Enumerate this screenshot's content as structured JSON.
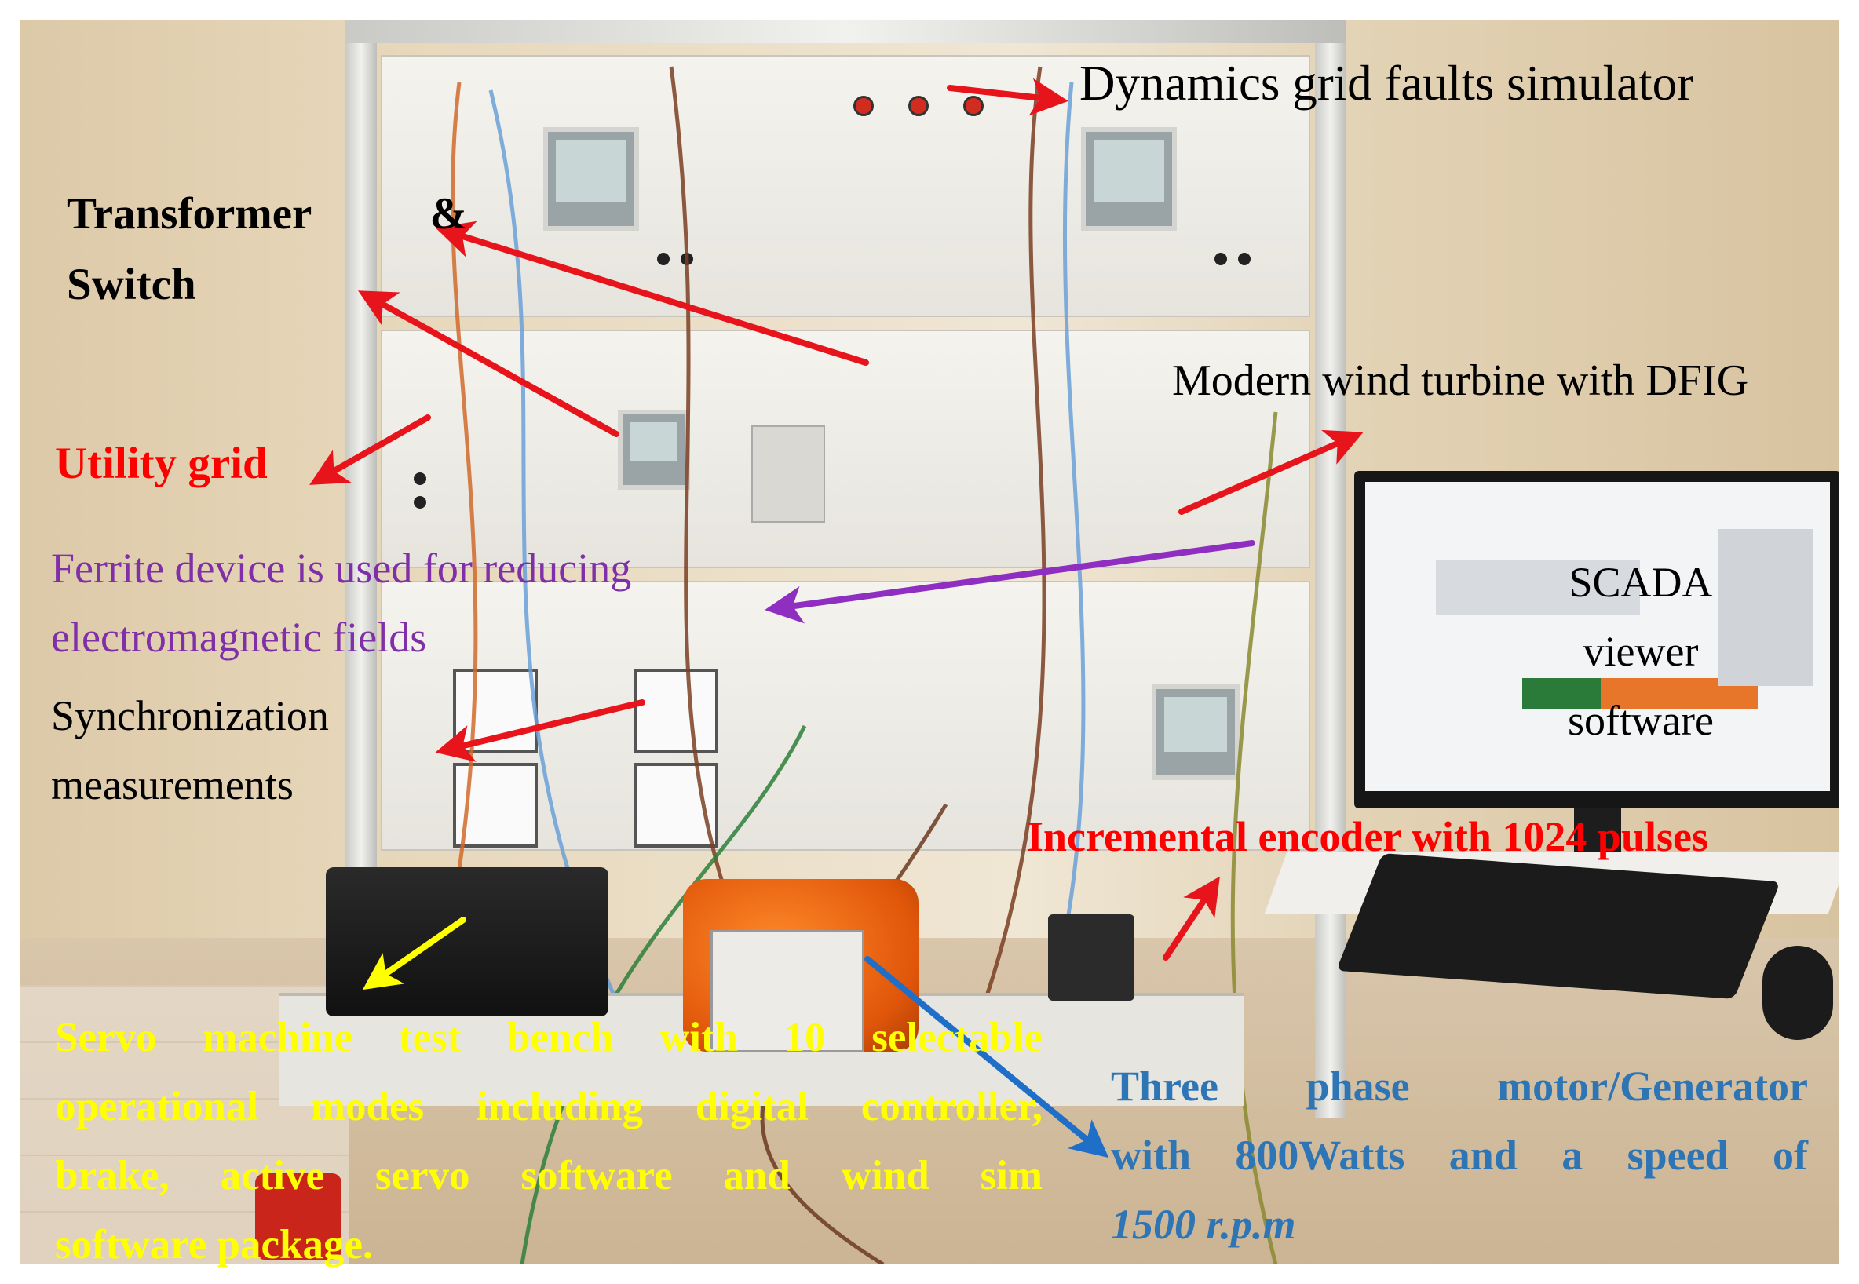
{
  "labels": {
    "dynamics": "Dynamics grid faults simulator",
    "transformer_a": "Transformer",
    "transformer_amp": "&",
    "transformer_b": "Switch",
    "utility": "Utility grid",
    "wind": "Modern wind turbine with DFIG",
    "ferrite_1": "Ferrite device is used for reducing",
    "ferrite_2": "electromagnetic fields",
    "sync_1": "Synchronization",
    "sync_2": "measurements",
    "scada_1": "SCADA",
    "scada_2": "viewer",
    "scada_3": "software",
    "encoder": "Incremental encoder with 1024 pulses",
    "servo_1": "Servo machine test bench with 10 selectable",
    "servo_2": "operational modes including digital controller,",
    "servo_3": "brake, active servo software and wind sim",
    "servo_4": "software package.",
    "three_1": "Three phase motor/Generator",
    "three_2": "with 800Watts and a speed of",
    "three_3": "1500 r.p.m"
  },
  "colors": {
    "red_text": "#ff0000",
    "purple_text": "#7f2fa8",
    "yellow_text": "#ffff00",
    "blue_text": "#2e75b6",
    "red_arrow": "#e8141b",
    "purple_arrow": "#8e2fc1",
    "yellow_arrow": "#ffff00",
    "blue_arrow": "#1f6fc8"
  }
}
